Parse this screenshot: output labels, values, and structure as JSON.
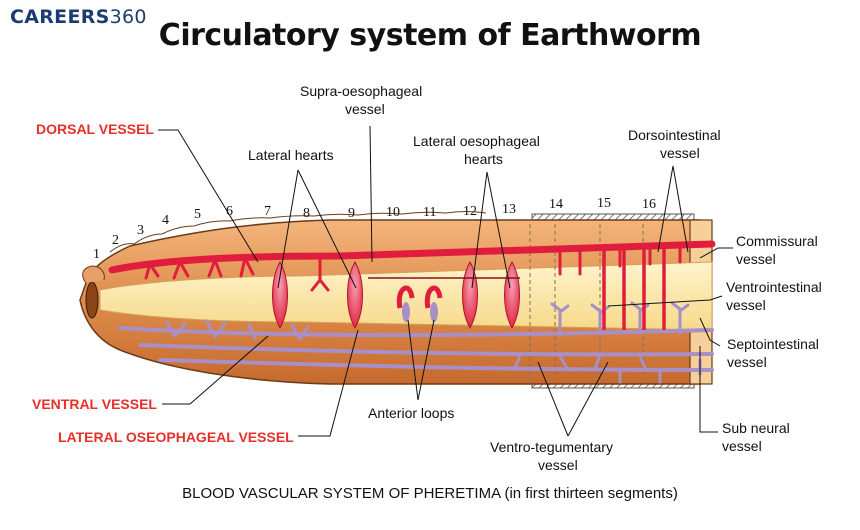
{
  "brand": {
    "name": "CAREERS",
    "number": "360"
  },
  "title": "Circulatory system of Earthworm",
  "caption": "BLOOD VASCULAR SYSTEM OF PHERETIMA (in first thirteen segments)",
  "labels": {
    "dorsal_vessel": "DORSAL VESSEL",
    "lateral_hearts": "Lateral hearts",
    "supra_line1": "Supra-oesophageal",
    "supra_line2": "vessel",
    "lat_oes_hearts_line1": "Lateral oesophageal",
    "lat_oes_hearts_line2": "hearts",
    "dorsointestinal_line1": "Dorsointestinal",
    "dorsointestinal_line2": "vessel",
    "commissural_line1": "Commissural",
    "commissural_line2": "vessel",
    "ventrointestinal_line1": "Ventrointestinal",
    "ventrointestinal_line2": "vessel",
    "septointestinal_line1": "Septointestinal",
    "septointestinal_line2": "vessel",
    "subneural_line1": "Sub neural",
    "subneural_line2": "vessel",
    "ventral_vessel": "VENTRAL VESSEL",
    "lateral_oes_vessel": "LATERAL OSEOPHAGEAL VESSEL",
    "anterior_loops": "Anterior loops",
    "ventro_teg_line1": "Ventro-tegumentary",
    "ventro_teg_line2": "vessel"
  },
  "segments": [
    "1",
    "2",
    "3",
    "4",
    "5",
    "6",
    "7",
    "8",
    "9",
    "10",
    "11",
    "12",
    "13",
    "14",
    "15",
    "16"
  ],
  "colors": {
    "brand": "#1c3d73",
    "red_label": "#e8302a",
    "vessel_red": "#e01d3c",
    "vessel_purple": "#a98fc8",
    "body_brown": "#d27a3c",
    "gut_yellow": "#fbe6a2"
  }
}
